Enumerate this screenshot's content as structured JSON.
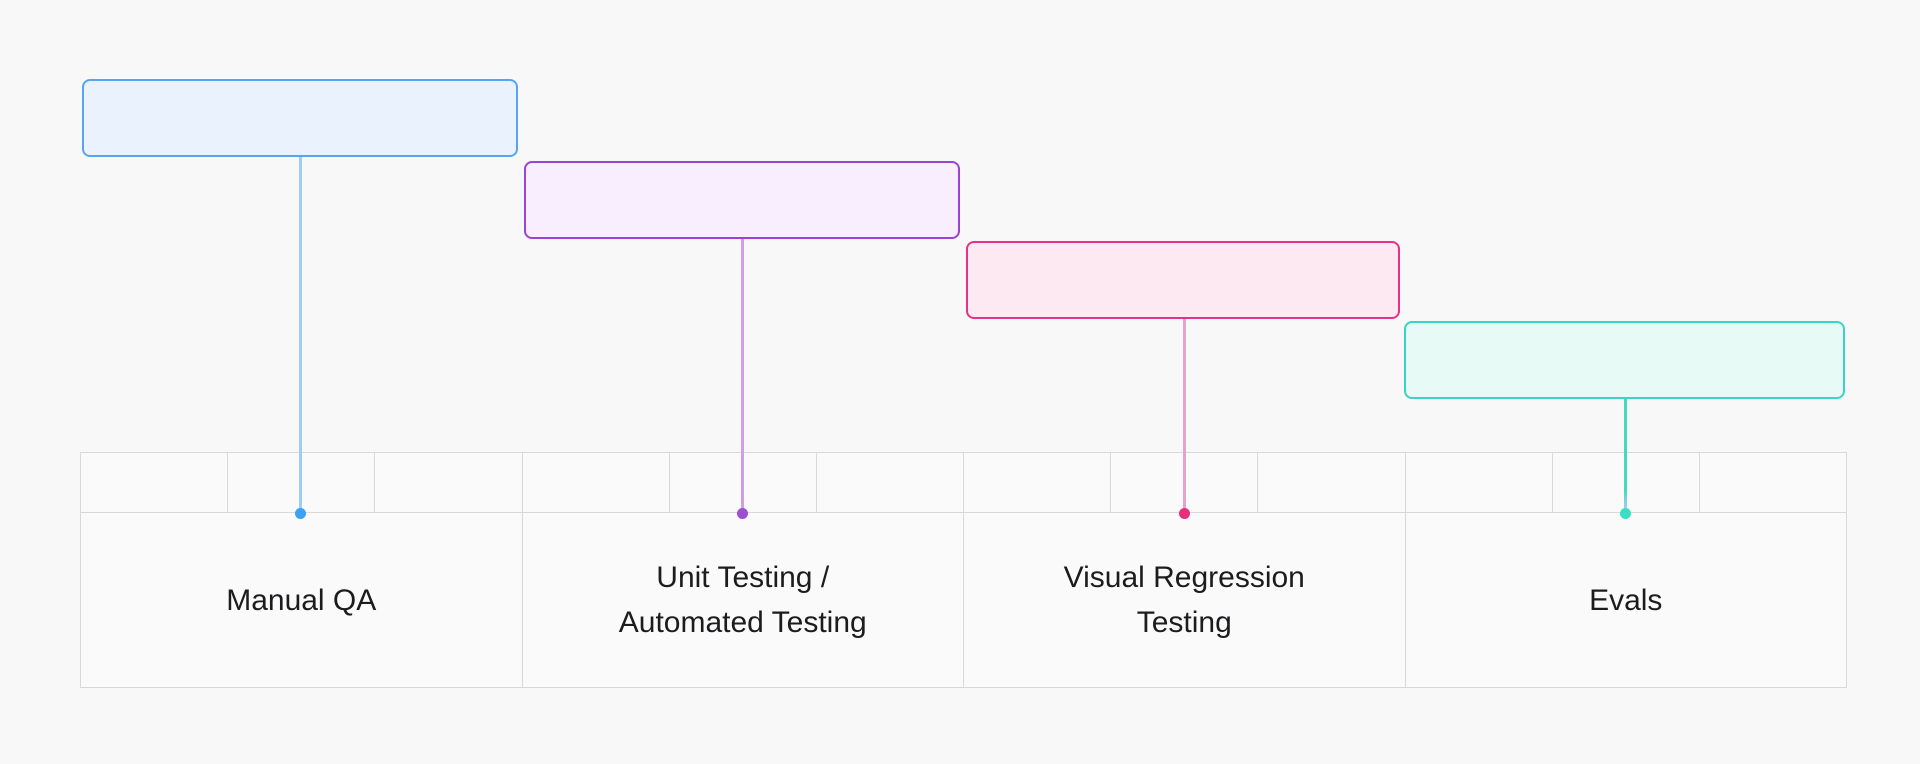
{
  "page": {
    "background_color": "#f8f8f8"
  },
  "table": {
    "border_color": "#d9d9d9",
    "cell_background": "#fafafa",
    "header_cells_per_column": 3,
    "columns": 4
  },
  "items": [
    {
      "id": "manual-qa",
      "label": "Manual QA",
      "colors": {
        "fill": "#e9f2fd",
        "border": "#57a5f2",
        "line": "#9fcbf5",
        "dot": "#3ba1f2"
      }
    },
    {
      "id": "unit-automated-testing",
      "label": "Unit Testing /\nAutomated Testing",
      "colors": {
        "fill": "#f8eefd",
        "border": "#9c42d4",
        "line": "#cf9fe4",
        "dot": "#9b50d2"
      }
    },
    {
      "id": "visual-regression-testing",
      "label": "Visual Regression\nTesting",
      "colors": {
        "fill": "#fde9f2",
        "border": "#e63286",
        "line": "#dfa6cd",
        "dot": "#e82e7e"
      }
    },
    {
      "id": "evals",
      "label": "Evals",
      "colors": {
        "fill": "#e8faf6",
        "border": "#39d5c2",
        "line": "#41dcc0",
        "line_tail": "#a9c8f7",
        "dot": "#3bdec2"
      }
    }
  ]
}
